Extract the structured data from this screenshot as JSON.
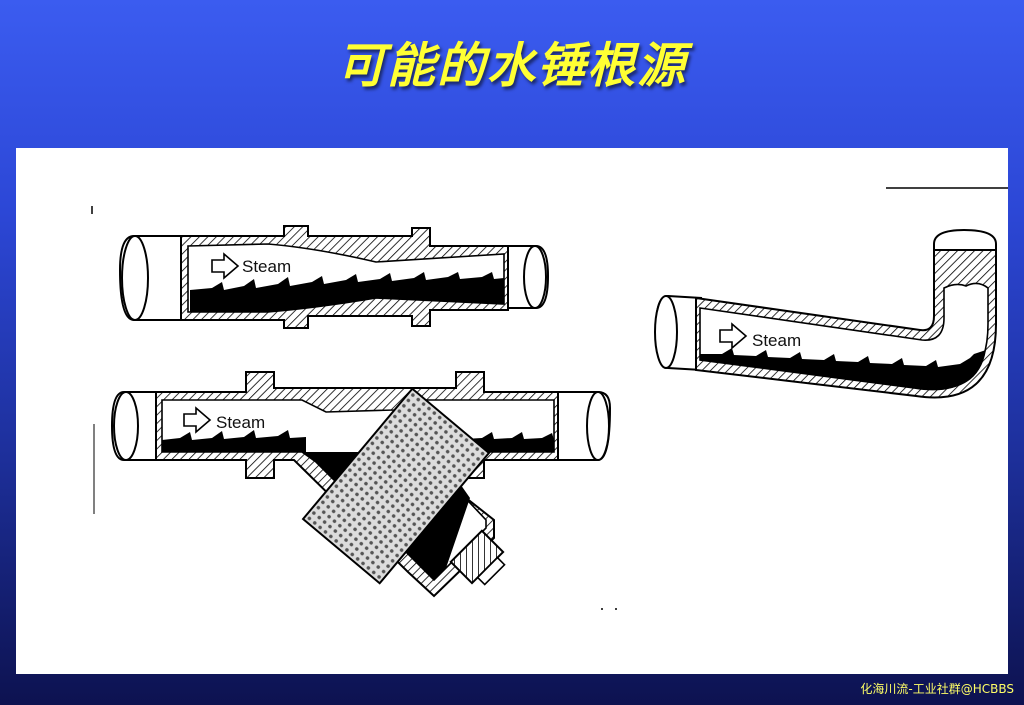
{
  "slide": {
    "title": "可能的水锤根源",
    "watermark": "化海川流-工业社群@HCBBS"
  },
  "diagram": {
    "pipe_1_label": "Steam",
    "pipe_2_label": "Steam",
    "pipe_3_label": "Steam"
  }
}
